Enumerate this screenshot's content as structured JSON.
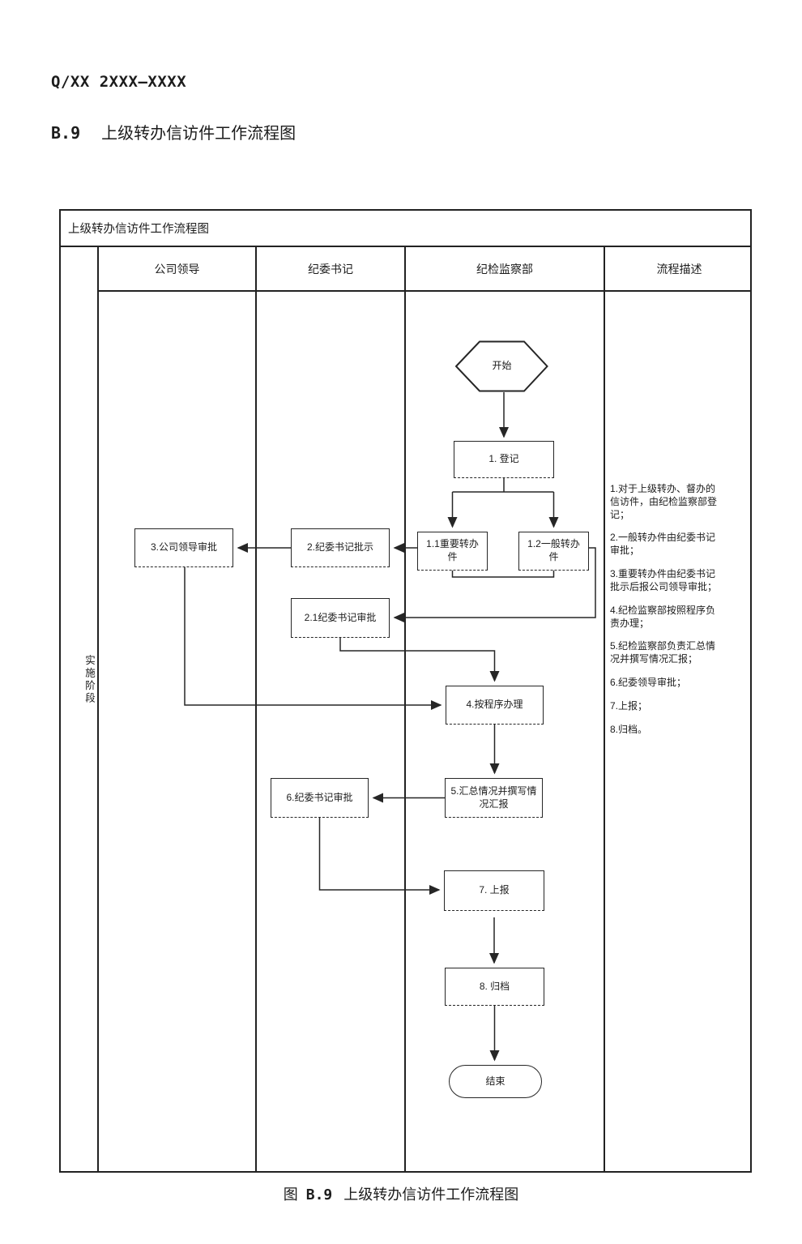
{
  "page": {
    "doc_code": "Q/XX 2XXX—XXXX",
    "heading": {
      "no": "B.9",
      "title": "上级转办信访件工作流程图"
    },
    "caption": {
      "prefix": "图",
      "no": "B.9",
      "title": "上级转办信访件工作流程图"
    }
  },
  "chart": {
    "title": "上级转办信访件工作流程图",
    "stage_label": "实施阶段",
    "columns": [
      "公司领导",
      "纪委书记",
      "纪检监察部",
      "流程描述"
    ],
    "nodes": {
      "start": "开始",
      "n1": "1. 登记",
      "n11": "1.1重要转办件",
      "n12": "1.2一般转办件",
      "n2": "2.纪委书记批示",
      "n3": "3.公司领导审批",
      "n21": "2.1纪委书记审批",
      "n4": "4.按程序办理",
      "n5": "5.汇总情况并撰写情况汇报",
      "n6": "6.纪委书记审批",
      "n7": "7. 上报",
      "n8": "8. 归档",
      "end": "结束"
    },
    "descriptions": [
      "1.对于上级转办、督办的信访件，由纪检监察部登记；",
      "2.一般转办件由纪委书记审批；",
      "3.重要转办件由纪委书记批示后报公司领导审批；",
      "4.纪检监察部按照程序负责办理；",
      "5.纪检监察部负责汇总情况并撰写情况汇报；",
      "6.纪委领导审批；",
      "7.上报；",
      "8.归档。"
    ]
  }
}
